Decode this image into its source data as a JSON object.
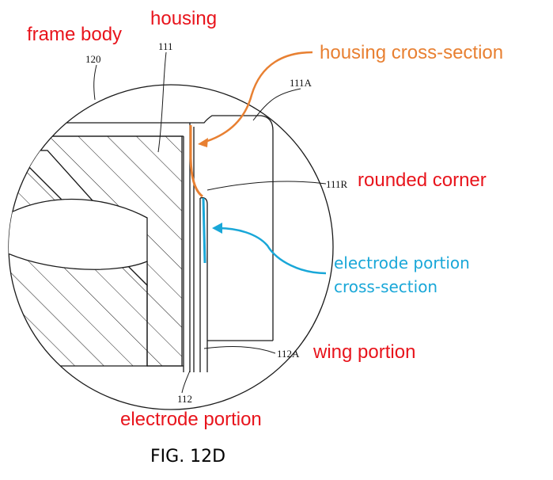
{
  "labels": {
    "frame_body": "frame body",
    "housing": "housing",
    "housing_cross_section": "housing cross-section",
    "rounded_corner": "rounded corner",
    "electrode_portion_cross_section_line1": "electrode portion",
    "electrode_portion_cross_section_line2": "cross-section",
    "wing_portion": "wing portion",
    "electrode_portion": "electrode portion"
  },
  "reference_numerals": {
    "frame_body": "120",
    "housing": "111",
    "housing_cross_section": "111A",
    "rounded_corner": "111R",
    "wing_portion": "112A",
    "electrode_portion": "112"
  },
  "figure_caption": "FIG. 12D",
  "colors": {
    "label_red": "#e8141c",
    "housing_highlight_orange": "#e88032",
    "electrode_highlight_blue": "#19a7d8",
    "line_art": "#1a1a1a"
  }
}
